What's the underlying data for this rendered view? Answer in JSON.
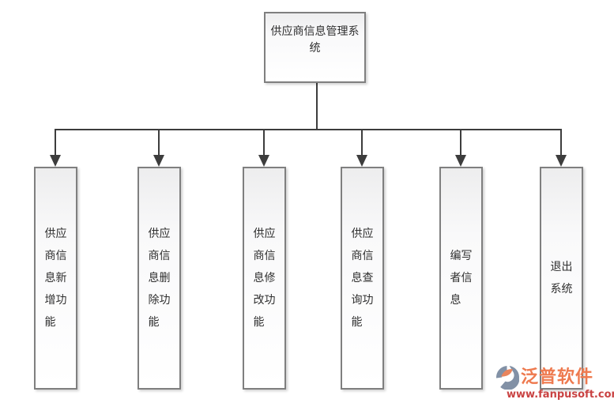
{
  "diagram": {
    "root": {
      "label": "供应商信息管理系统"
    },
    "children": [
      {
        "label": "供应商信息新增功能"
      },
      {
        "label": "供应商信息删除功能"
      },
      {
        "label": "供应商信息修改功能"
      },
      {
        "label": "供应商信息查询功能"
      },
      {
        "label": "编写者信息"
      },
      {
        "label": "退出系统"
      }
    ]
  },
  "watermark": {
    "brand": "泛普软件",
    "url": "www.fanpusoft.com",
    "brand_color": "#ee7a4f",
    "url_color": "#c94343",
    "logo_blue": "#8291a6",
    "logo_orange": "#e8845d"
  },
  "style_colors": {
    "box_border": "#7f7f7f",
    "connector_line": "#3d3d3d",
    "text": "#2f2f2f",
    "box_fill_top": "#ededee",
    "box_fill_bottom": "#ffffff"
  }
}
